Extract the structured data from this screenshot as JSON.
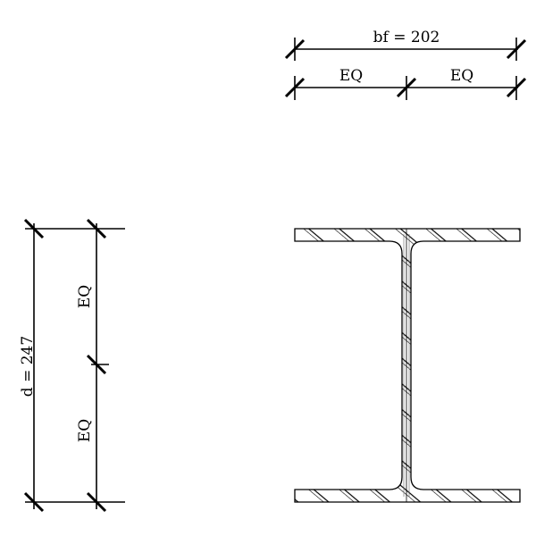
{
  "drawing": {
    "flange_width_label": "bf = 202",
    "depth_label": "d = 247",
    "top_eq_left": "EQ",
    "top_eq_right": "EQ",
    "left_eq_top": "EQ",
    "left_eq_bottom": "EQ"
  }
}
